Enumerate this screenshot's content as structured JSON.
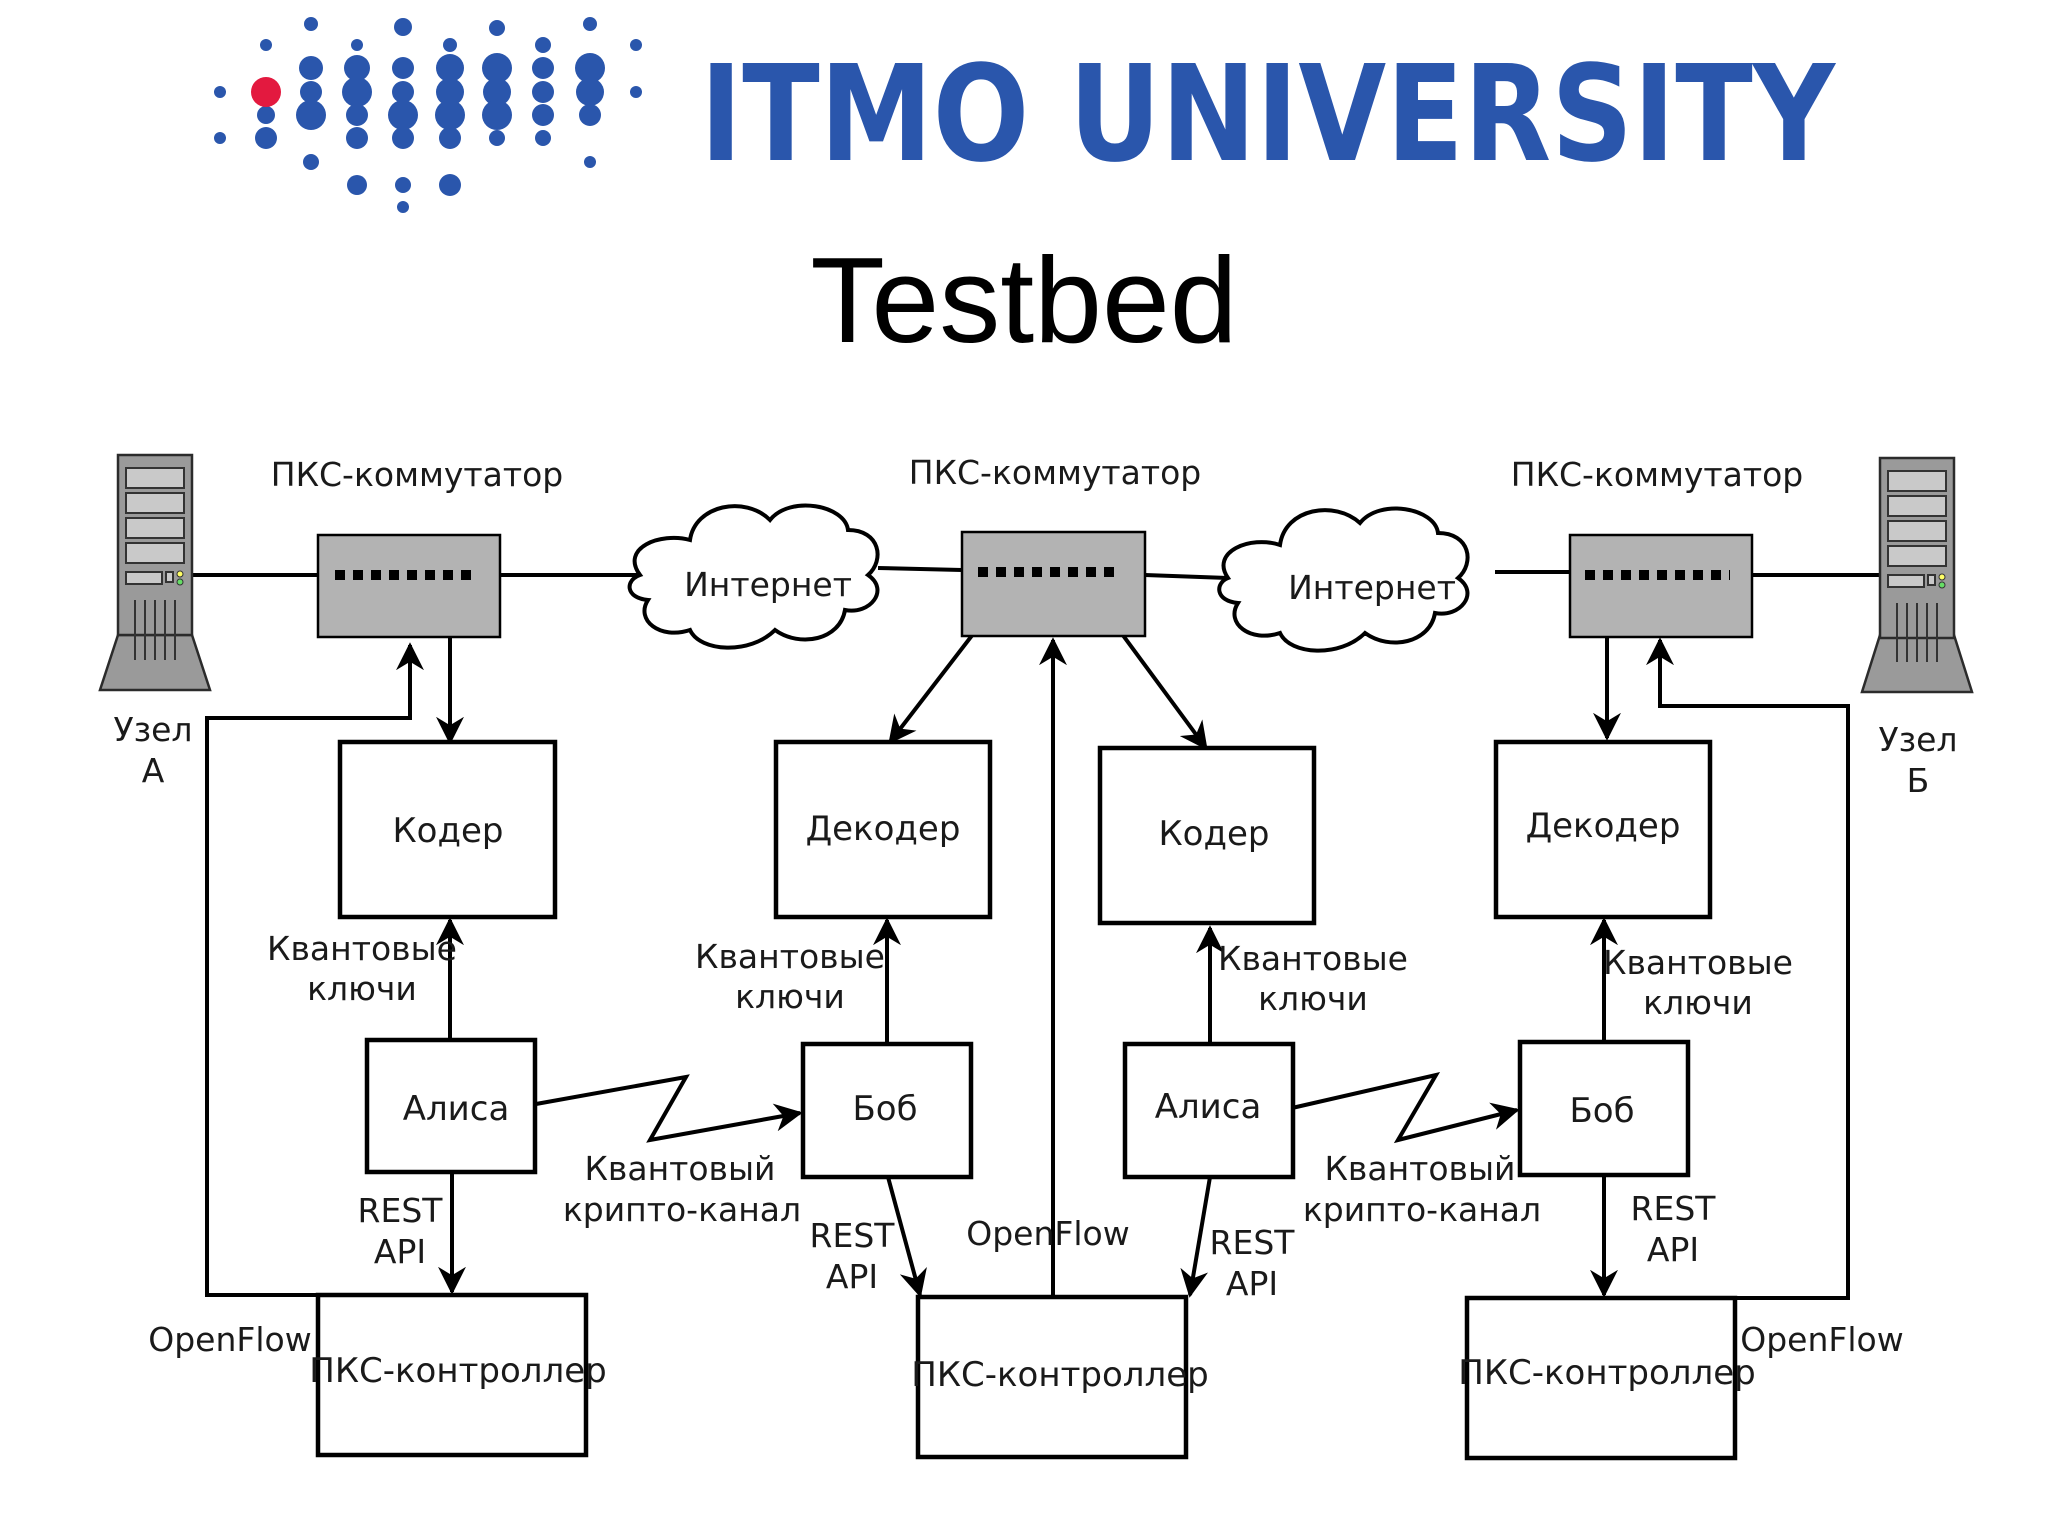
{
  "header": {
    "brand": "ITMO UNIVERSITY",
    "title": "Testbed"
  },
  "colors": {
    "brand_blue": "#2a56ac",
    "brand_red": "#e3193f",
    "switch_gray": "#b3b3b3"
  },
  "diagram": {
    "switches": {
      "left": "ПКС-коммутатор",
      "center": "ПКС-коммутатор",
      "right": "ПКС-коммутатор"
    },
    "clouds": {
      "left": "Интернет",
      "right": "Интернет"
    },
    "nodes": {
      "a_line1": "Узел",
      "a_line2": "А",
      "b_line1": "Узел",
      "b_line2": "Б"
    },
    "boxes": {
      "coder_left": "Кодер",
      "decoder_center": "Декодер",
      "coder_center": "Кодер",
      "decoder_right": "Декодер",
      "alice_left": "Алиса",
      "bob_center": "Боб",
      "alice_center": "Алиса",
      "bob_right": "Боб",
      "controller_left": "ПКС-контроллер",
      "controller_center": "ПКС-контроллер",
      "controller_right": "ПКС-контроллер"
    },
    "labels": {
      "qkeys_line1": "Квантовые",
      "qkeys_line2": "ключи",
      "qchannel_line1": "Квантовый",
      "qchannel_line2": "крипто-канал",
      "rest_line1": "REST",
      "rest_line2": "API",
      "openflow": "OpenFlow"
    }
  }
}
